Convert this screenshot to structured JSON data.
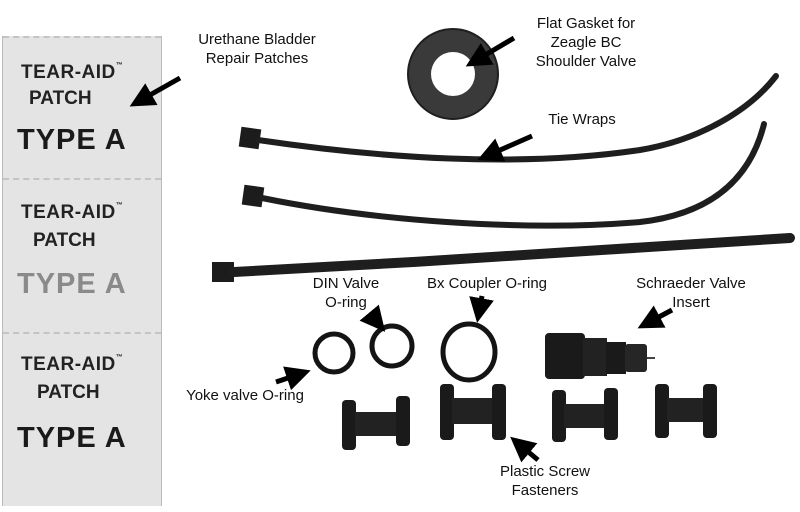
{
  "labels": {
    "patches": "Urethane Bladder\nRepair Patches",
    "gasket": "Flat Gasket  for\nZeagle BC\nShoulder Valve",
    "tie_wraps": "Tie Wraps",
    "din": "DIN Valve\nO-ring",
    "bx": "Bx Coupler O-ring",
    "schraeder": "Schraeder Valve\nInsert",
    "yoke": "Yoke valve O-ring",
    "fasteners": "Plastic Screw\nFasteners"
  },
  "patches": [
    {
      "brand": "TEAR-AID",
      "tm": "™",
      "word": "PATCH",
      "type": "TYPE A"
    },
    {
      "brand": "TEAR-AID",
      "tm": "™",
      "word": "PATCH",
      "type": "TYPE A"
    },
    {
      "brand": "TEAR-AID",
      "tm": "™",
      "word": "PATCH",
      "type": "TYPE A"
    }
  ]
}
